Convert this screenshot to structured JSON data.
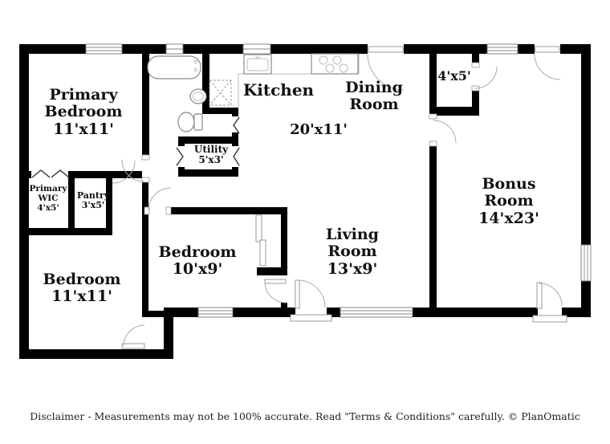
{
  "colors": {
    "wall": "#000000",
    "fixture": "#8a8a8a",
    "background": "#ffffff"
  },
  "rooms": {
    "primary_bedroom": {
      "lines": [
        "Primary",
        "Bedroom",
        "11'x11'"
      ]
    },
    "kitchen": {
      "lines": [
        "Kitchen"
      ]
    },
    "kitchen_dining_dims": {
      "lines": [
        "20'x11'"
      ]
    },
    "dining_room": {
      "lines": [
        "Dining",
        "Room"
      ]
    },
    "closet_4x5": {
      "lines": [
        "4'x5'"
      ]
    },
    "bonus_room": {
      "lines": [
        "Bonus",
        "Room",
        "14'x23'"
      ]
    },
    "utility": {
      "lines": [
        "Utility",
        "5'x3'"
      ]
    },
    "primary_wic": {
      "lines": [
        "Primary",
        "WIC",
        "4'x5'"
      ]
    },
    "pantry": {
      "lines": [
        "Pantry",
        "3'x5'"
      ]
    },
    "bedroom_10x9": {
      "lines": [
        "Bedroom",
        "10'x9'"
      ]
    },
    "living_room": {
      "lines": [
        "Living",
        "Room",
        "13'x9'"
      ]
    },
    "bedroom_11x11": {
      "lines": [
        "Bedroom",
        "11'x11'"
      ]
    }
  },
  "fixtures": [
    "bathtub",
    "bathroom-sink",
    "toilet",
    "shower",
    "kitchen-sink",
    "stove",
    "counter",
    "closet-sliders"
  ],
  "footer": {
    "disclaimer": "Disclaimer - Measurements may not be 100% accurate. Read \"Terms & Conditions\" carefully. © PlanOmatic"
  }
}
